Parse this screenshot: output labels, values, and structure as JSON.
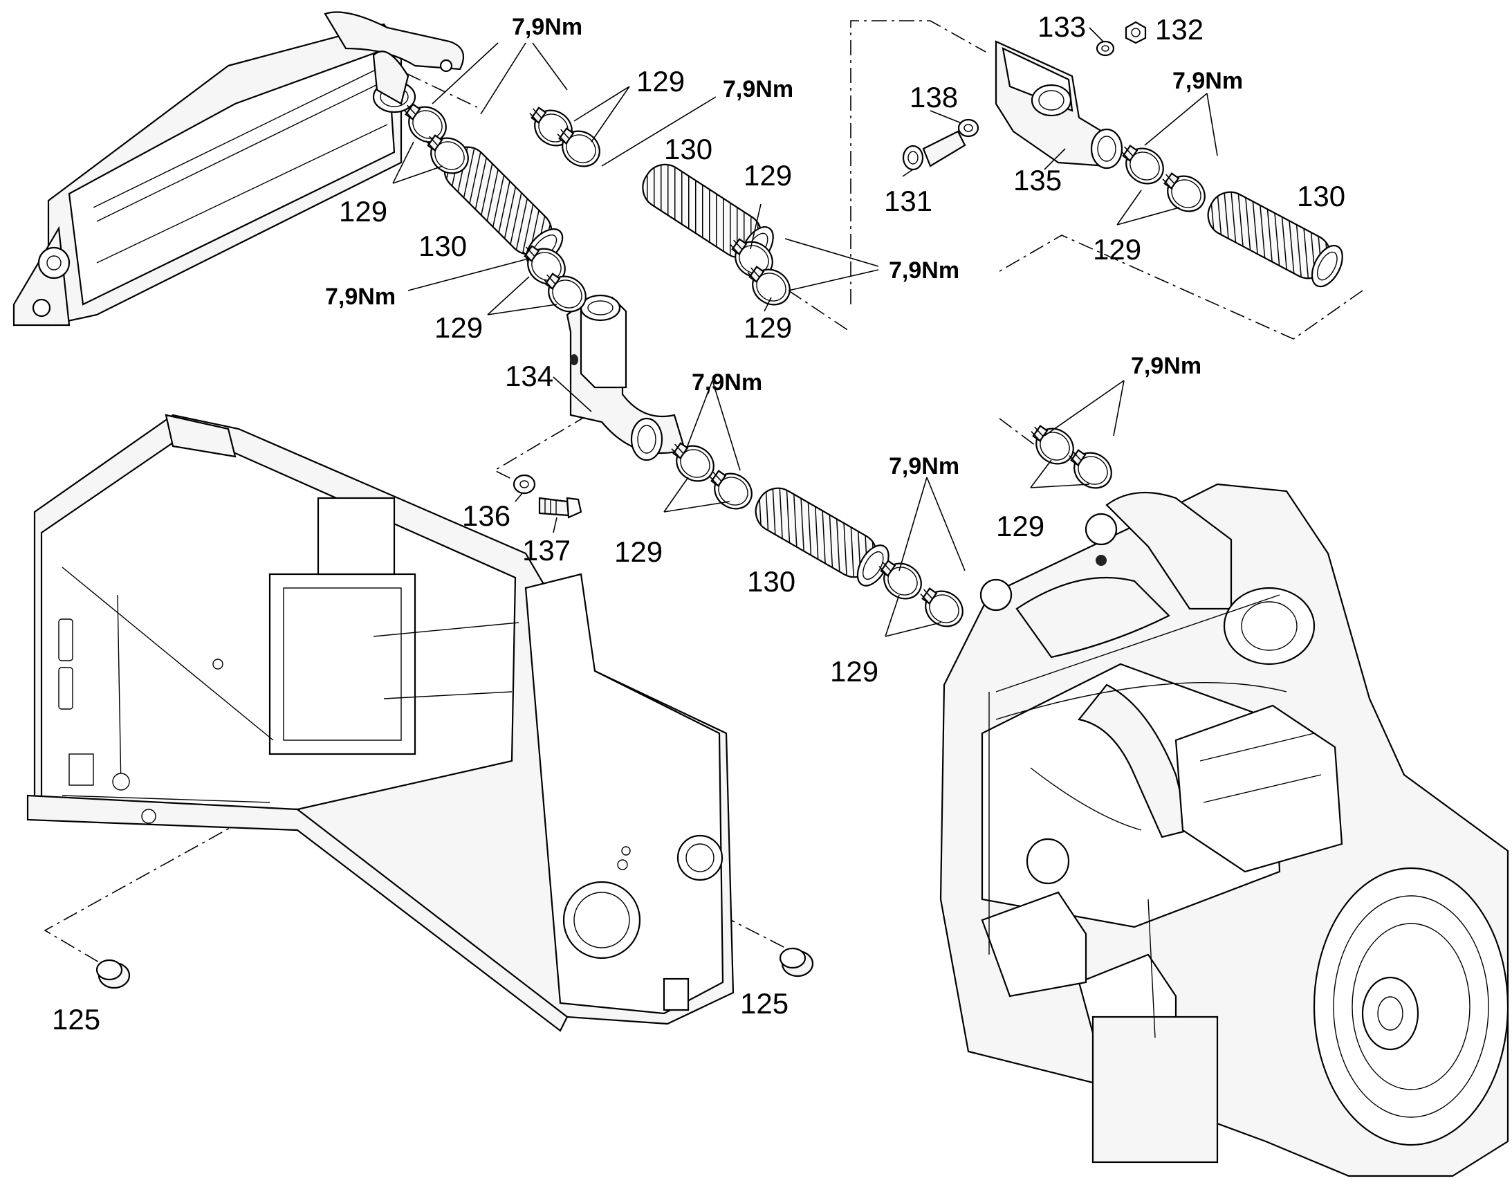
{
  "callouts": {
    "torque": "7,9Nm",
    "clamp": "129",
    "hose": "130",
    "plug": "125",
    "screw_131": "131",
    "nut_132": "132",
    "washer_133": "133",
    "pipe_134": "134",
    "bracket_135": "135",
    "washer_136": "136",
    "screw_137": "137",
    "washer_138": "138"
  }
}
